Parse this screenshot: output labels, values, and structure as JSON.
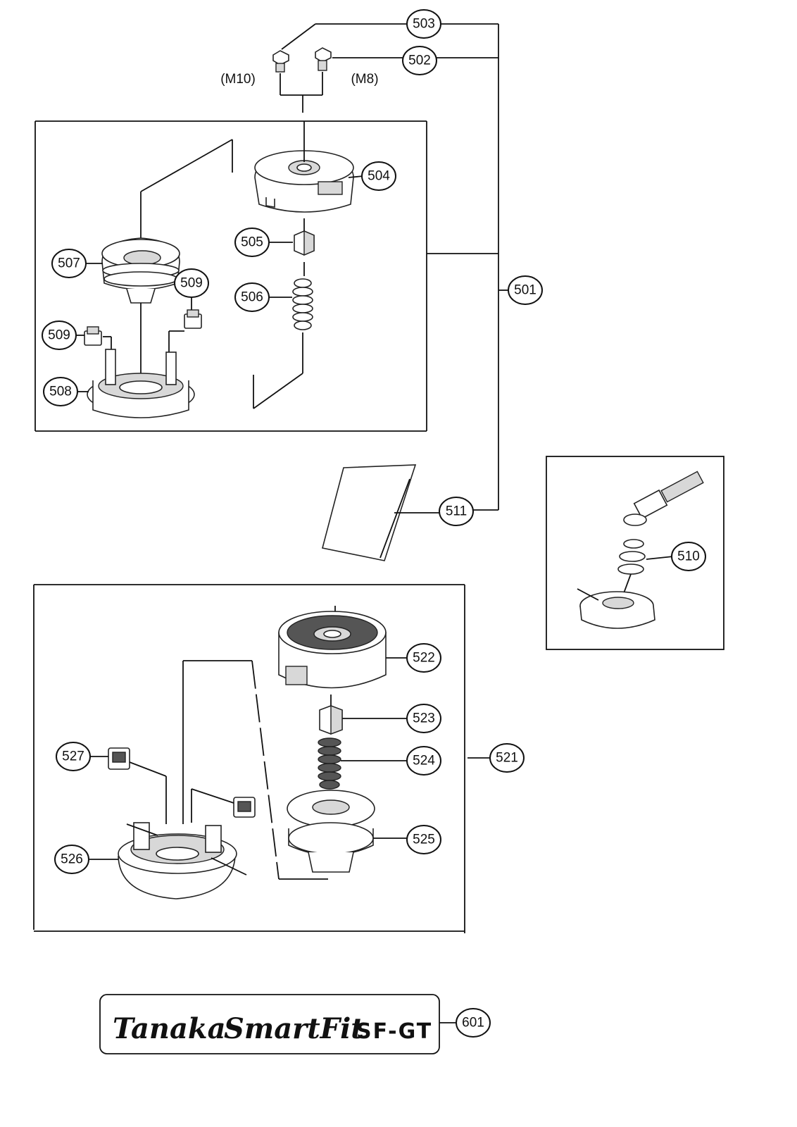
{
  "callouts": {
    "p501": "501",
    "p502": "502",
    "p503": "503",
    "p504": "504",
    "p505": "505",
    "p506": "506",
    "p507": "507",
    "p508": "508",
    "p509a": "509",
    "p509b": "509",
    "p510": "510",
    "p511": "511",
    "p521": "521",
    "p522": "522",
    "p523": "523",
    "p524": "524",
    "p525": "525",
    "p526": "526",
    "p527": "527",
    "p601": "601"
  },
  "thread_labels": {
    "m10": "(M10)",
    "m8": "(M8)"
  },
  "logo": {
    "brand": "Tanaka",
    "product": "SmartFit",
    "model": "SF-GT"
  }
}
